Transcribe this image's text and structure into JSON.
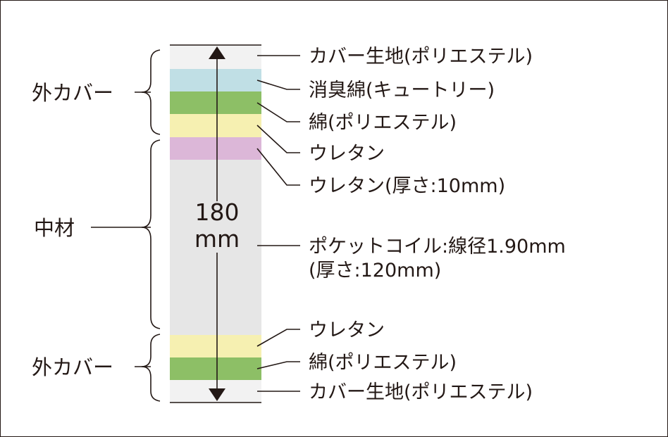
{
  "groups": {
    "outer_top": "外カバー",
    "core": "中材",
    "outer_bottom": "外カバー"
  },
  "dimension": {
    "value": "180",
    "unit": "mm"
  },
  "layers": [
    {
      "id": "cover-fabric-top",
      "label": "カバー生地(ポリエステル)",
      "color": "#f2f2f2"
    },
    {
      "id": "deodorizing-cotton",
      "label": "消臭綿(キュートリー)",
      "color": "#c0dfe5"
    },
    {
      "id": "cotton-top",
      "label": "綿(ポリエステル)",
      "color": "#8dbf66"
    },
    {
      "id": "urethane-top",
      "label": "ウレタン",
      "color": "#f6f0b1"
    },
    {
      "id": "urethane-10mm",
      "label": "ウレタン(厚さ:10mm)",
      "color": "#dcb7d8"
    },
    {
      "id": "pocket-coil",
      "label": "ポケットコイル:線径1.90mm",
      "label2": "(厚さ:120mm)",
      "color": "#e6e6e6"
    },
    {
      "id": "urethane-bottom",
      "label": "ウレタン",
      "color": "#f6f0b1"
    },
    {
      "id": "cotton-bottom",
      "label": "綿(ポリエステル)",
      "color": "#8dbf66"
    },
    {
      "id": "cover-fabric-bottom",
      "label": "カバー生地(ポリエステル)",
      "color": "#f2f2f2"
    }
  ]
}
